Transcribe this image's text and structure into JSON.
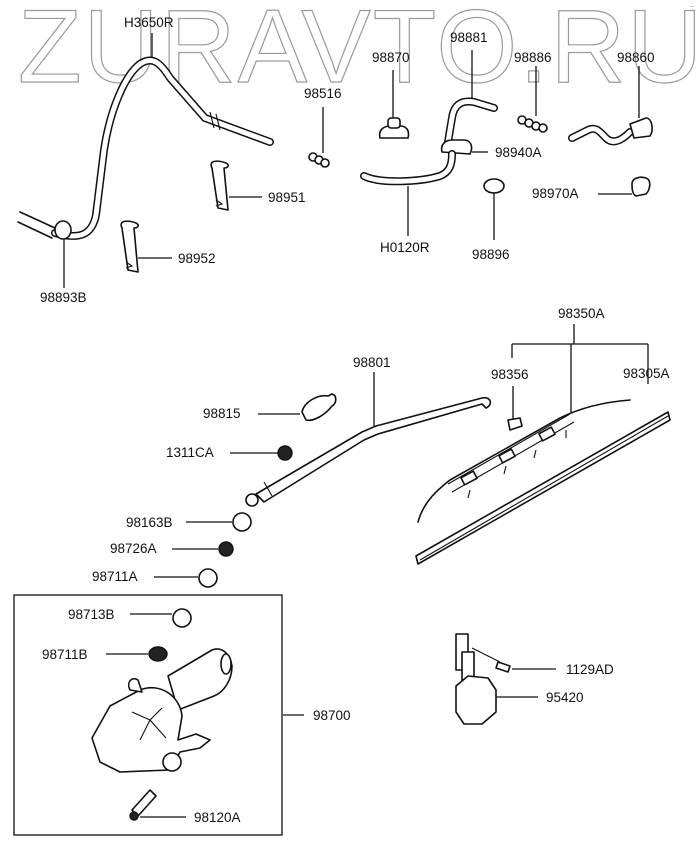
{
  "watermark": "ZURAVTO.RU",
  "diagram_title": "Rear Wiper & Washer Parts",
  "parts": {
    "H3650R": "H3650R",
    "p98870": "98870",
    "p98881": "98881",
    "p98886": "98886",
    "p98860": "98860",
    "p98516": "98516",
    "p98940A": "98940A",
    "p98951": "98951",
    "p98970A": "98970A",
    "H0120R": "H0120R",
    "p98896": "98896",
    "p98952": "98952",
    "p98893B": "98893B",
    "p98350A": "98350A",
    "p98801": "98801",
    "p98356": "98356",
    "p98305A": "98305A",
    "p98815": "98815",
    "p1311CA": "1311CA",
    "p98163B": "98163B",
    "p98726A": "98726A",
    "p98711A": "98711A",
    "p98713B": "98713B",
    "p98711B": "98711B",
    "p98700": "98700",
    "p98120A": "98120A",
    "p1129AD": "1129AD",
    "p95420": "95420"
  }
}
